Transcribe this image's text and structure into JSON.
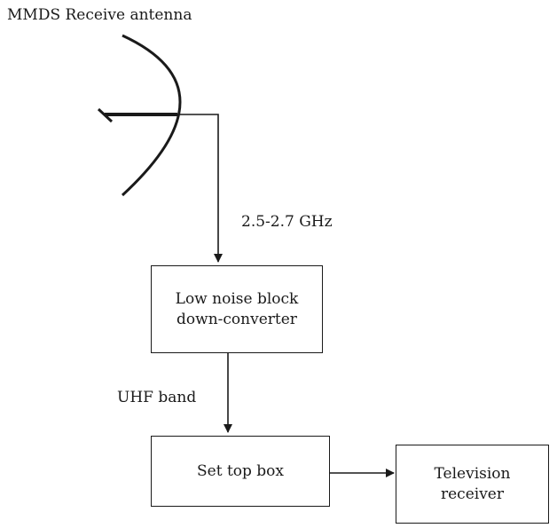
{
  "antenna": {
    "title": "MMDS Receive antenna"
  },
  "links": {
    "antenna_to_lnb": "2.5-2.7 GHz",
    "lnb_to_settop": "UHF band"
  },
  "blocks": {
    "lnb": {
      "line1": "Low noise block",
      "line2": "down-converter"
    },
    "settop": {
      "label": "Set top box"
    },
    "tv": {
      "line1": "Television",
      "line2": "receiver"
    }
  }
}
